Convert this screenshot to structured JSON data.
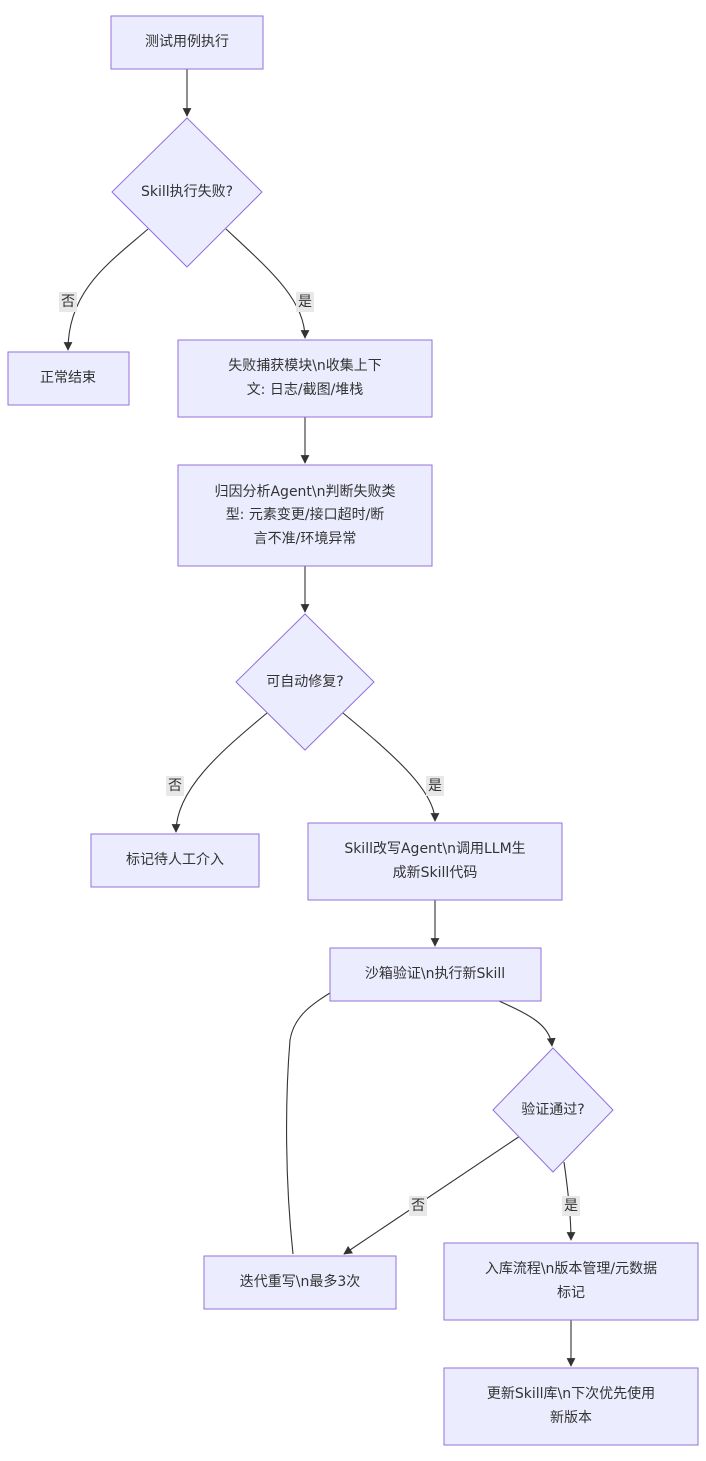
{
  "nodes": {
    "start": "测试用例执行",
    "fail_check": "Skill执行失败?",
    "normal_end": "正常结束",
    "capture_1": "失败捕获模块\\n收集上下",
    "capture_2": "文: 日志/截图/堆栈",
    "attr_1": "归因分析Agent\\n判断失败类",
    "attr_2": "型: 元素变更/接口超时/断",
    "attr_3": "言不准/环境异常",
    "auto_fix": "可自动修复?",
    "manual": "标记待人工介入",
    "rewrite_1": "Skill改写Agent\\n调用LLM生",
    "rewrite_2": "成新Skill代码",
    "sandbox": "沙箱验证\\n执行新Skill",
    "verify": "验证通过?",
    "iterate": "迭代重写\\n最多3次",
    "store_1": "入库流程\\n版本管理/元数据",
    "store_2": "标记",
    "update_1": "更新Skill库\\n下次优先使用",
    "update_2": "新版本"
  },
  "edge_labels": {
    "fail_no": "否",
    "fail_yes": "是",
    "fix_no": "否",
    "fix_yes": "是",
    "verify_no": "否",
    "verify_yes": "是"
  },
  "colors": {
    "node_fill": "#ececff",
    "node_stroke": "#9370db",
    "edge": "#333333",
    "label_bg": "#e8e8e8"
  }
}
